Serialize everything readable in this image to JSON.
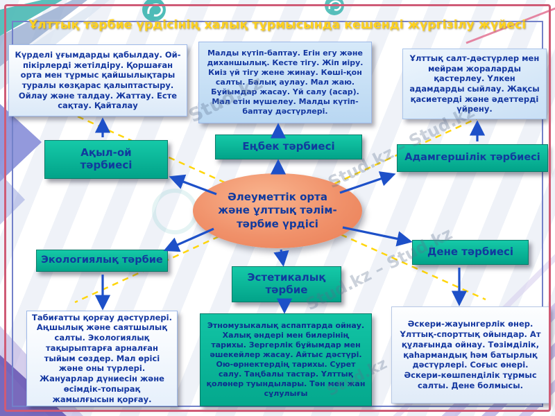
{
  "title": "Ұлттық тәрбие үрдісінің халық тұрмысында кешенді жүргізілу жүйесі",
  "center": {
    "text": "Әлеуметтік орта және ұлттық тәлім-тәрбие үрдісі"
  },
  "categories": [
    "Ақыл-ой тәрбиесі",
    "Еңбек тәрбиесі",
    "Адамгершілік тәрбиесі",
    "Экологиялық тәрбие",
    "Эстетикалық тәрбие",
    "Дене тәрбиесі"
  ],
  "descriptions": [
    "Күрделі ұғымдарды қабылдау. Ой-пікірлерді жетілдіру. Қоршаған орта мен тұрмыс қайшылықтары туралы көзқарас қалыптастыру. Ойлау және талдау. Жаттау. Есте сақтау. Қайталау",
    "Малды күтіп-баптау. Егін егу және диханшылық. Кесте тігу. Жіп иіру. Киіз үй тігу жене жинау. Көші-қон салты. Балық аулау. Мал жаю. Бұйымдар жасау. Үй салу (асар). Мал етін мүшелеу. Малды күтіп-баптау дәстүрлері.",
    "Ұлттық салт-дәстүрлер мен мейрам жораларды қастерлеу. Үлкен адамдарды сыйлау. Жақсы қасиетерді және әдеттерді үйрену.",
    "Табиғатты қорғау дәстүрлері. Аңшылық және саятшылық салты. Экологиялық тақырыптарға арналған тыйым сөздер. Мал өрісі және оны түрлері. Жануарлар дүниесін және өсімдік-топырақ жамылғысын қорғау.",
    "Этномузыкалық аспаптарда ойнау. Халық әндері мен билерінің тарихы. Зергерлік бұйымдар мен әшекейлер жасау. Айтыс дәстүрі. Ою-өрнектердің тарихы. Сурет салу. Таңбалы тастар. Ұлттық қолөнер туындылары. Тән мен жан сұлулығы",
    "Әскери-жауынгерлік өнер. Ұлттық-спорттық ойындар. Ат құлағында ойнау. Төзімділік, қаһармандық һәм батырлық дәстүрлері. Соғыс өнері. Әскери-көшпенділік тұрмыс салты. Дене болмысы."
  ],
  "watermark": {
    "text": "Stud.kz",
    "pair": "Stud.kz – Stud.kz"
  },
  "colors": {
    "category_box": "#03a88d",
    "center_ellipse": "#f0916a",
    "arrow": "#1d50c8",
    "title": "#ffd21e",
    "text_navy": "#1437a0",
    "frame_outer": "#cf5b76",
    "frame_inner": "#7381c9"
  }
}
